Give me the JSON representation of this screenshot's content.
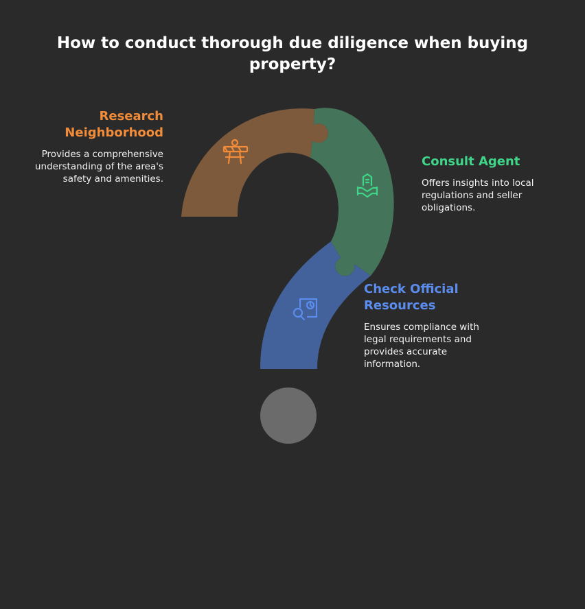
{
  "title": "How to conduct thorough due diligence when buying property?",
  "colors": {
    "background": "#2a2a2a",
    "research": "#7d5a3c",
    "research_accent": "#f28c38",
    "consult": "#44755a",
    "consult_accent": "#3fd68a",
    "official": "#43619a",
    "official_accent": "#5b8def",
    "dot": "#6b6b6b"
  },
  "steps": [
    {
      "heading": "Research Neighborhood",
      "description": "Provides a comprehensive understanding of the area's safety and amenities.",
      "icon": "roadblock-icon"
    },
    {
      "heading": "Consult Agent",
      "description": "Offers insights into local regulations and seller obligations.",
      "icon": "handshake-agent-icon"
    },
    {
      "heading": "Check Official Resources",
      "description": "Ensures compliance with legal requirements and provides accurate information.",
      "icon": "document-search-icon"
    }
  ]
}
